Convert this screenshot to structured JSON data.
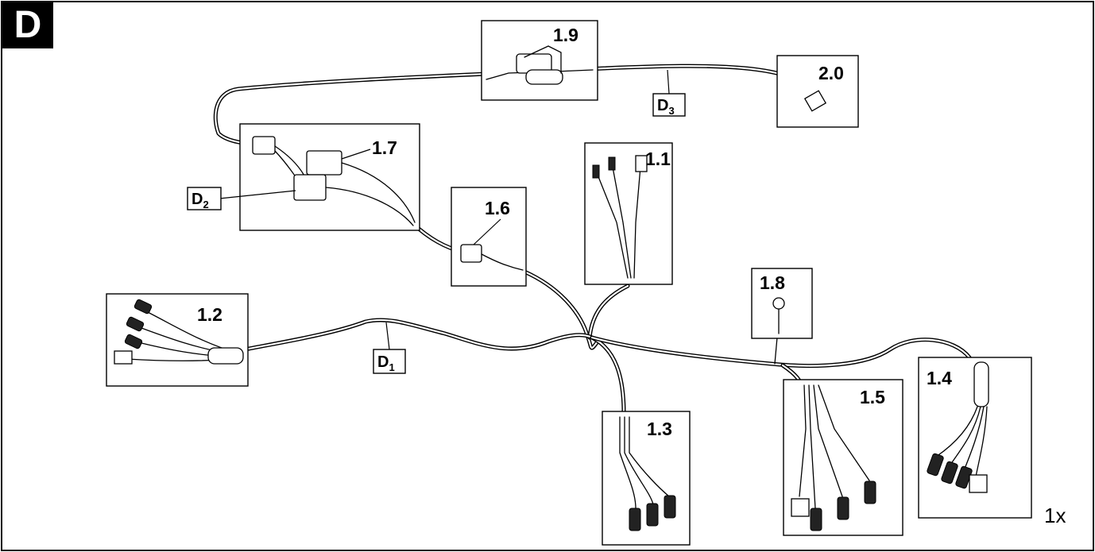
{
  "figure": {
    "section_letter": "D",
    "quantity": "1x"
  },
  "harness_tags": [
    {
      "id": "D1",
      "letter": "D",
      "sub": "1"
    },
    {
      "id": "D2",
      "letter": "D",
      "sub": "2"
    },
    {
      "id": "D3",
      "letter": "D",
      "sub": "3"
    }
  ],
  "callouts": [
    {
      "id": "1.1",
      "label": "1.1"
    },
    {
      "id": "1.2",
      "label": "1.2"
    },
    {
      "id": "1.3",
      "label": "1.3"
    },
    {
      "id": "1.4",
      "label": "1.4"
    },
    {
      "id": "1.5",
      "label": "1.5"
    },
    {
      "id": "1.6",
      "label": "1.6"
    },
    {
      "id": "1.7",
      "label": "1.7"
    },
    {
      "id": "1.8",
      "label": "1.8"
    },
    {
      "id": "1.9",
      "label": "1.9"
    },
    {
      "id": "2.0",
      "label": "2.0"
    }
  ]
}
